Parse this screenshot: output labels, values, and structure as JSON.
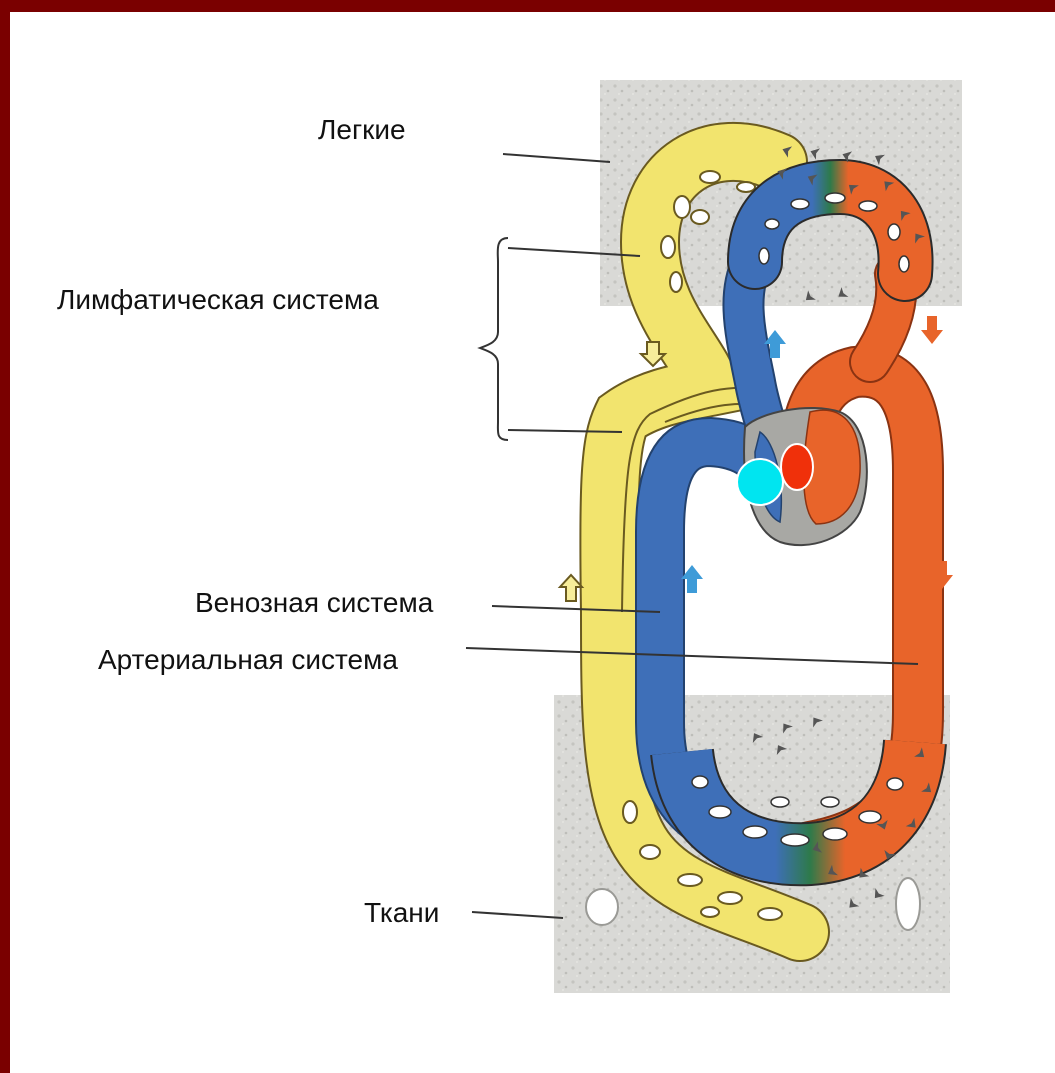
{
  "labels": {
    "lungs": "Легкие",
    "lymphatic_system": "Лимфатическая система",
    "venous_system": "Венозная система",
    "arterial_system": "Артериальная система",
    "tissues": "Ткани"
  },
  "colors": {
    "frame": "#7a0000",
    "lymph": "#f2e46e",
    "venous": "#3e6fb8",
    "arterial": "#e8642a",
    "tissue": "#d9d9d6",
    "heart": "#a8a8a4",
    "marker_venous": "#00e5f0",
    "marker_arterial": "#f0300a"
  }
}
